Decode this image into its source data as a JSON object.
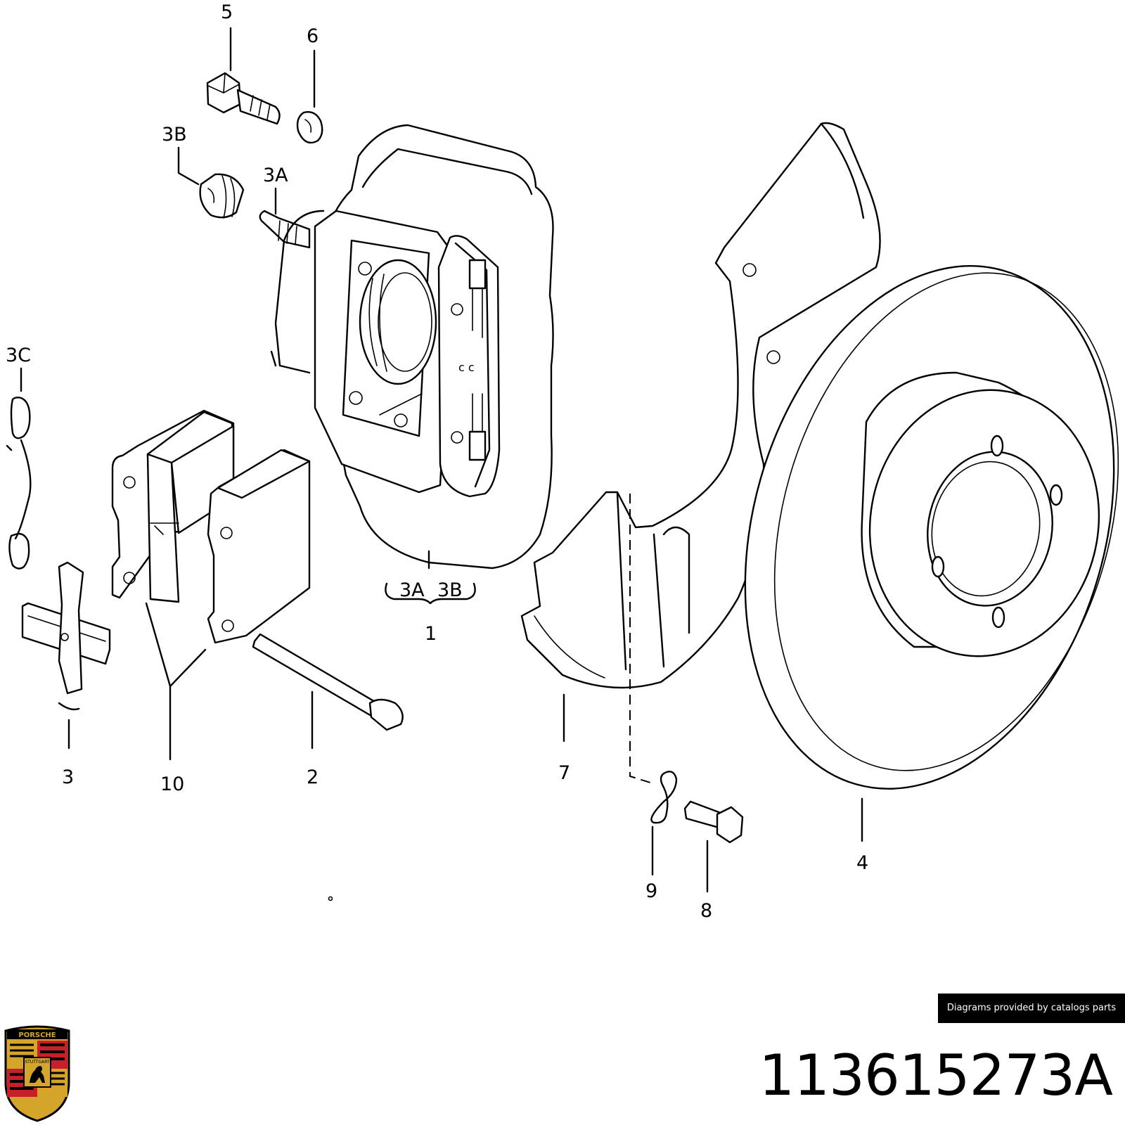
{
  "diagram": {
    "callouts": {
      "c1": "1",
      "c2": "2",
      "c3": "3",
      "c3a_top": "3A",
      "c3a_bottom": "3A",
      "c3b_top": "3B",
      "c3b_bottom": "3B",
      "c3c": "3C",
      "c4": "4",
      "c5": "5",
      "c6": "6",
      "c7": "7",
      "c8": "8",
      "c9": "9",
      "c10": "10"
    }
  },
  "credit": "Diagrams provided by catalogs parts",
  "part_number": "113615273A",
  "logo": {
    "brand": "PORSCHE",
    "city": "STUTTGART",
    "icon": "porsche-crest-icon",
    "colors": {
      "gold": "#d4a52a",
      "red": "#c8202a",
      "black": "#000000"
    }
  }
}
